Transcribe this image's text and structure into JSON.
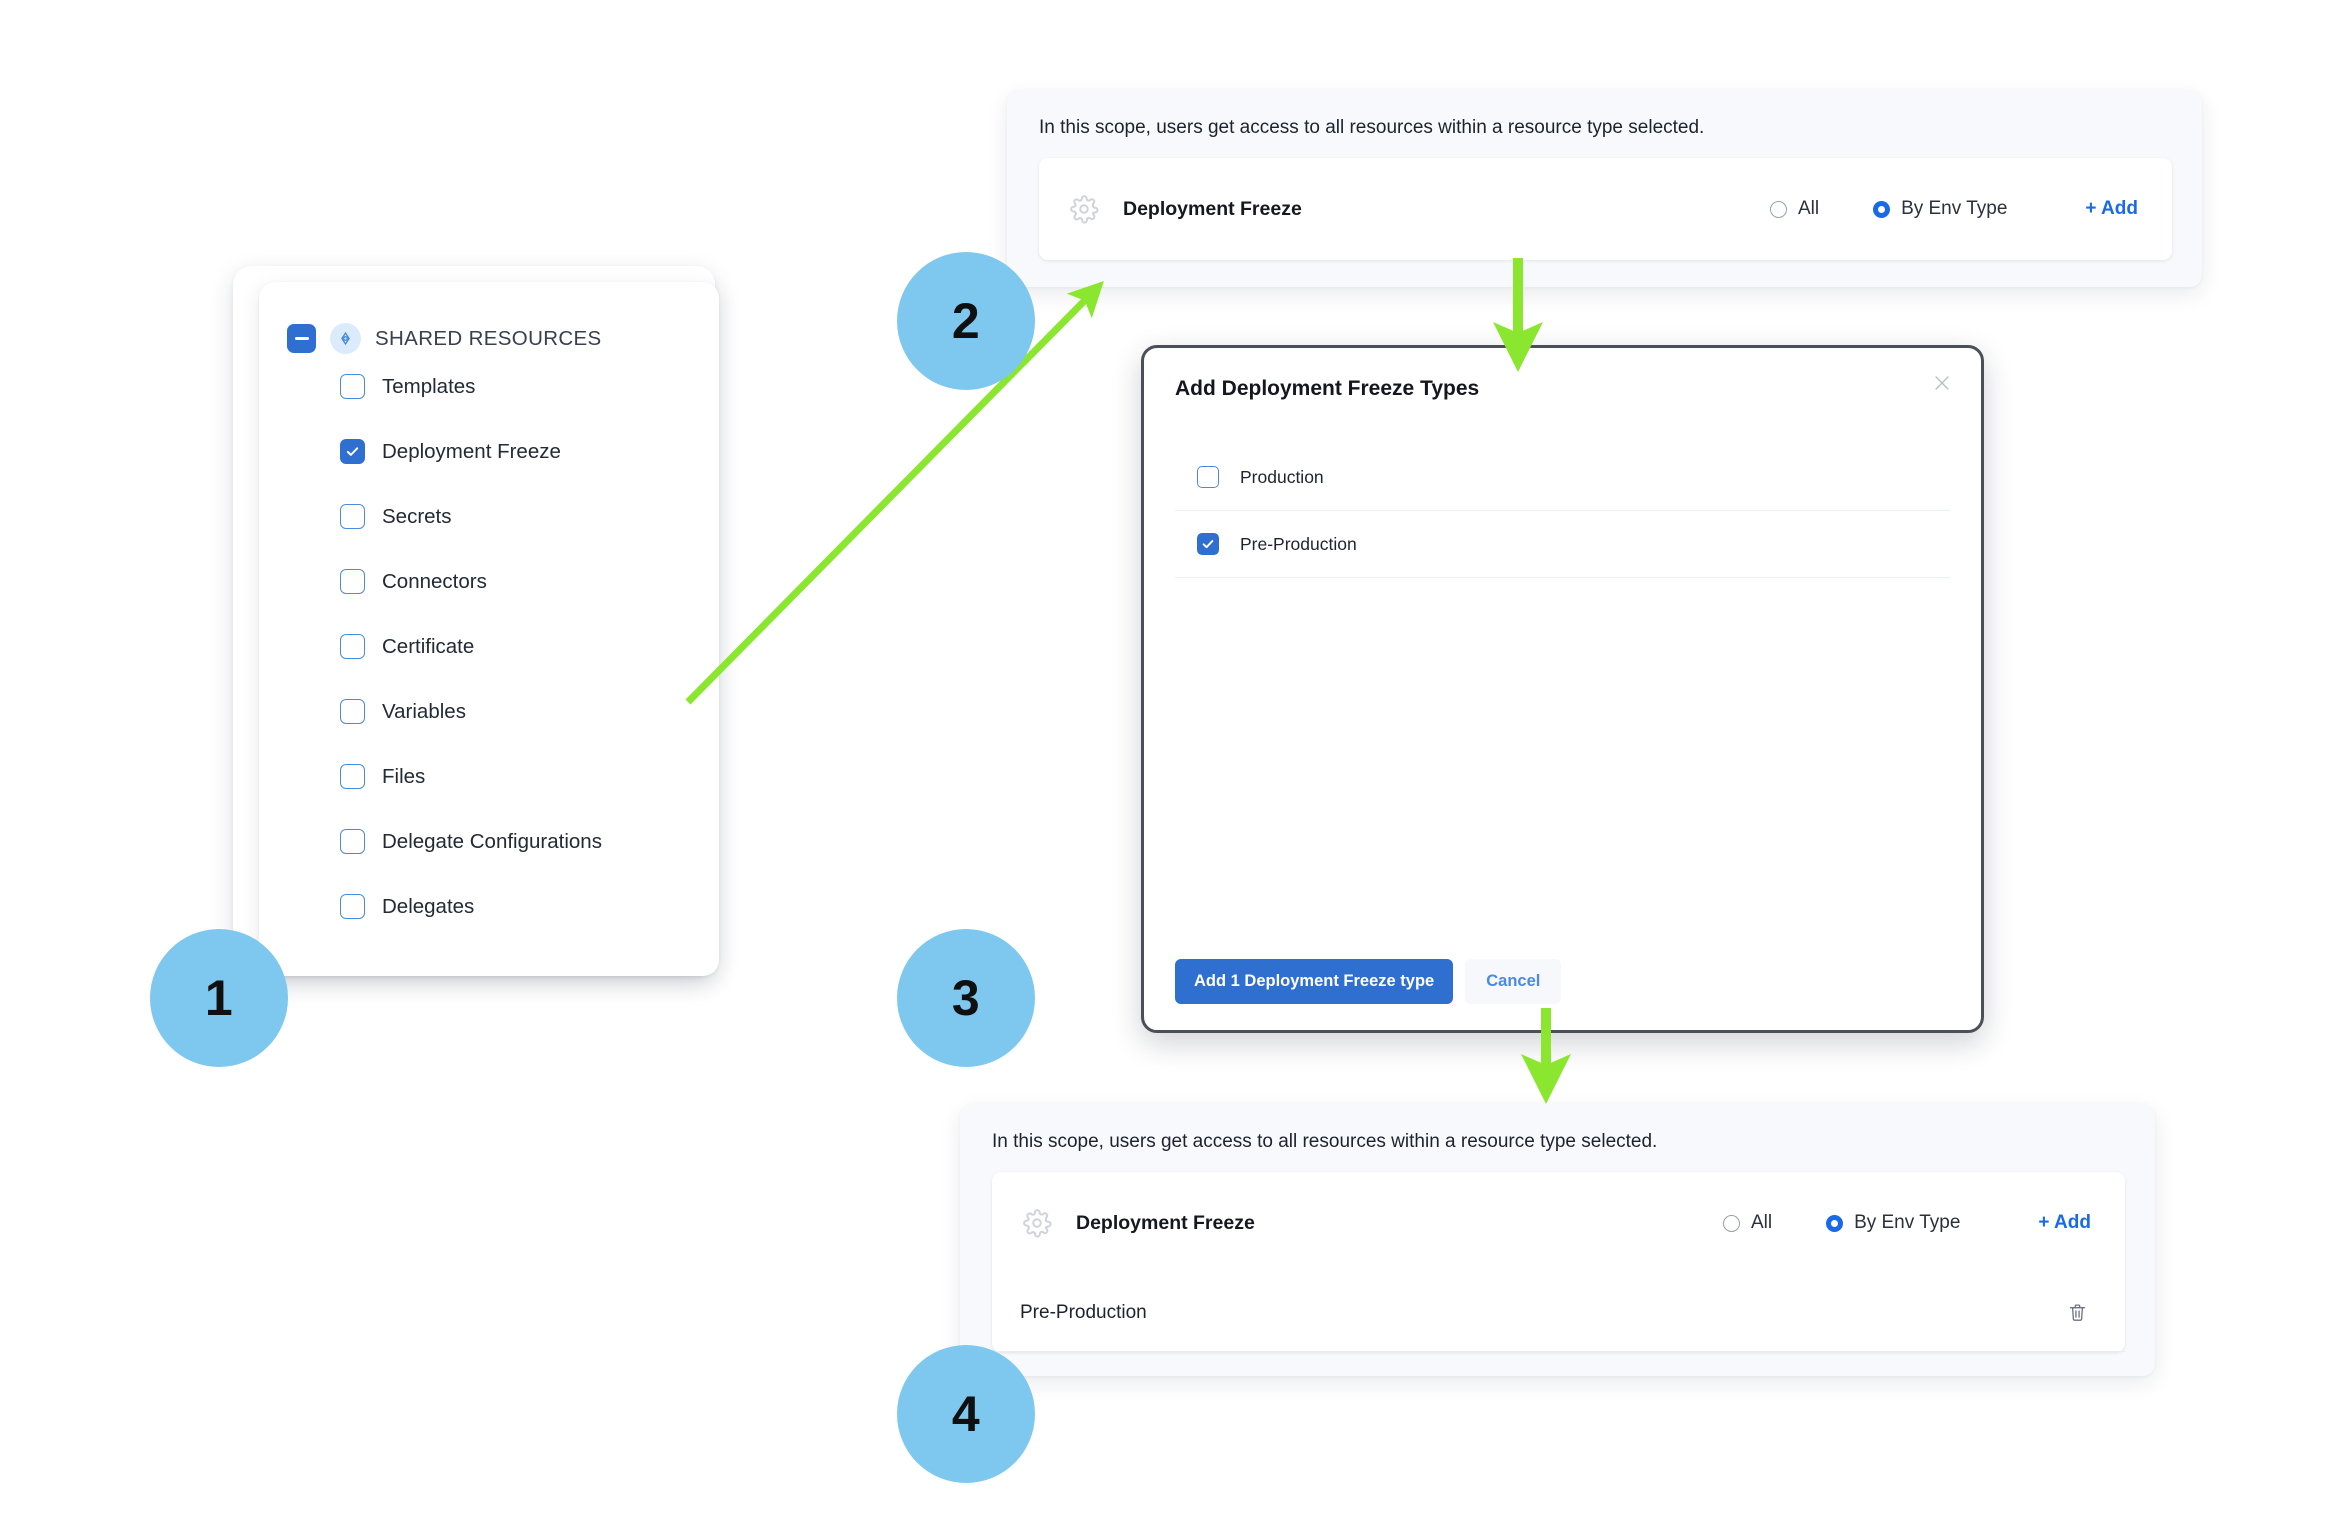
{
  "steps": [
    {
      "number": "1"
    },
    {
      "number": "2"
    },
    {
      "number": "3"
    },
    {
      "number": "4"
    }
  ],
  "colors": {
    "step_bubble": "#7EC8EF",
    "arrow": "#8AE62E",
    "primary_blue": "#2F6FD0",
    "link_blue": "#1A6AE8",
    "panel_bg": "#F8F9FC",
    "modal_border": "#4B5058"
  },
  "resource_tree": {
    "group_label": "SHARED RESOURCES",
    "group_icons": {
      "collapse": "minus-square-icon",
      "badge": "shared-resources-icon"
    },
    "items": [
      {
        "label": "Templates",
        "checked": false
      },
      {
        "label": "Deployment Freeze",
        "checked": true
      },
      {
        "label": "Secrets",
        "checked": false
      },
      {
        "label": "Connectors",
        "checked": false
      },
      {
        "label": "Certificate",
        "checked": false
      },
      {
        "label": "Variables",
        "checked": false
      },
      {
        "label": "Files",
        "checked": false
      },
      {
        "label": "Delegate Configurations",
        "checked": false
      },
      {
        "label": "Delegates",
        "checked": false
      }
    ]
  },
  "scope_top": {
    "note": "In this scope, users get access to all resources within a resource type selected.",
    "resource_name": "Deployment Freeze",
    "options": [
      {
        "label": "All",
        "selected": false
      },
      {
        "label": "By Env Type",
        "selected": true
      }
    ],
    "add_label": "+ Add"
  },
  "modal": {
    "title": "Add Deployment Freeze Types",
    "close_label": "×",
    "items": [
      {
        "label": "Production",
        "checked": false
      },
      {
        "label": "Pre-Production",
        "checked": true
      }
    ],
    "primary_button": "Add 1 Deployment Freeze type",
    "cancel_button": "Cancel"
  },
  "scope_bottom": {
    "note": "In this scope, users get access to all resources within a resource type selected.",
    "resource_name": "Deployment Freeze",
    "options": [
      {
        "label": "All",
        "selected": false
      },
      {
        "label": "By Env Type",
        "selected": true
      }
    ],
    "add_label": "+ Add",
    "selected_rows": [
      {
        "label": "Pre-Production"
      }
    ]
  }
}
